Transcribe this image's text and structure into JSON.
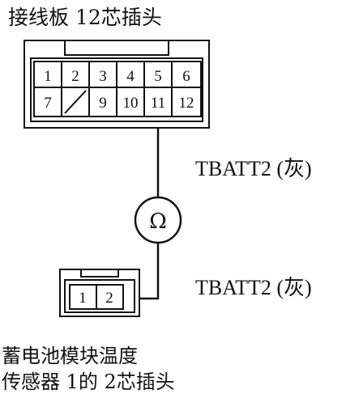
{
  "connector_top": {
    "title": "接线板 12芯插头",
    "pins_row1": [
      "1",
      "2",
      "3",
      "4",
      "5",
      "6"
    ],
    "pins_row2": [
      "7",
      "",
      "9",
      "10",
      "11",
      "12"
    ]
  },
  "wire_top_label": "TBATT2 (灰)",
  "meter_symbol": "Ω",
  "wire_bottom_label": "TBATT2 (灰)",
  "connector_bottom": {
    "pins": [
      "1",
      "2"
    ],
    "title_line1": "蓄电池模块温度",
    "title_line2": "传感器 1的 2芯插头"
  }
}
